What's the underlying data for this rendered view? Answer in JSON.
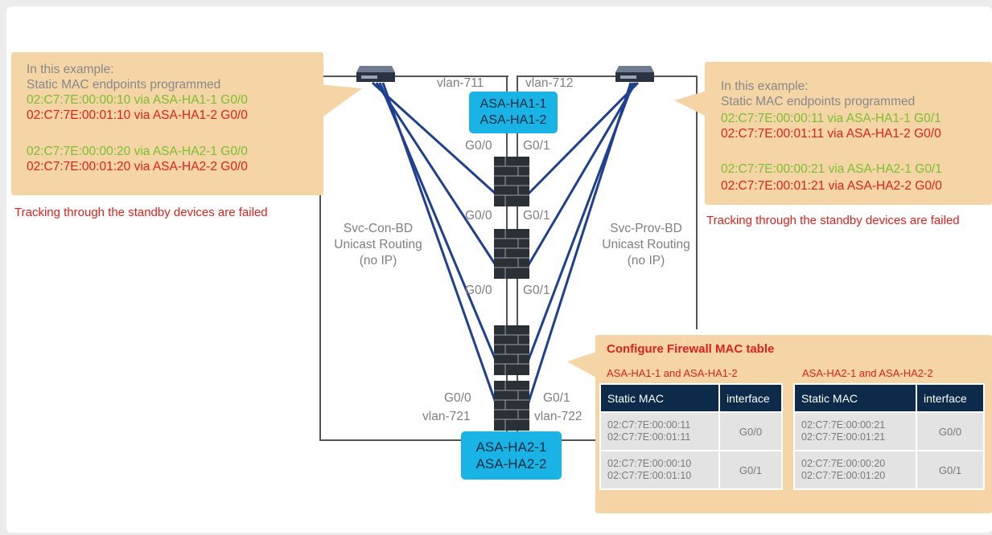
{
  "left_callout": {
    "line1": "In this example:",
    "line2": "Static MAC endpoints programmed",
    "line3": "02:C7:7E:00:00:10 via ASA-HA1-1 G0/0",
    "line4": "02:C7:7E:00:01:10 via ASA-HA1-2 G0/0",
    "line5": "02:C7:7E:00:00:20 via ASA-HA2-1 G0/0",
    "line6": "02:C7:7E:00:01:20 via ASA-HA2-2 G0/0",
    "tracking": "Tracking through the standby devices are failed"
  },
  "right_callout": {
    "line1": "In this example:",
    "line2": "Static MAC endpoints programmed",
    "line3": "02:C7:7E:00:00:11 via ASA-HA1-1 G0/1",
    "line4": "02:C7:7E:00:01:11 via ASA-HA1-2 G0/0",
    "line5": "02:C7:7E:00:00:21 via ASA-HA2-1 G0/1",
    "line6": "02:C7:7E:00:01:21 via ASA-HA2-2 G0/0",
    "tracking": "Tracking through the standby devices are failed"
  },
  "labels": {
    "vlan711": "vlan-711",
    "vlan712": "vlan-712",
    "vlan721": "vlan-721",
    "vlan722": "vlan-722",
    "g00": "G0/0",
    "g01": "G0/1",
    "svc_con": [
      "Svc-Con-BD",
      "Unicast Routing",
      "(no IP)"
    ],
    "svc_prov": [
      "Svc-Prov-BD",
      "Unicast Routing",
      "(no IP)"
    ]
  },
  "ha1": [
    "ASA-HA1-1",
    "ASA-HA1-2"
  ],
  "ha2": [
    "ASA-HA2-1",
    "ASA-HA2-2"
  ],
  "mac_table": {
    "title": "Configure Firewall MAC table",
    "left_title": "ASA-HA1-1 and ASA-HA1-2",
    "right_title": "ASA-HA2-1 and ASA-HA2-2",
    "col_mac": "Static MAC",
    "col_iface": "interface",
    "left_rows": [
      {
        "mac1": "02:C7:7E:00:00:11",
        "mac2": "02:C7:7E:00:01:11",
        "iface": "G0/0"
      },
      {
        "mac1": "02:C7:7E:00:00:10",
        "mac2": "02:C7:7E:00:01:10",
        "iface": "G0/1"
      }
    ],
    "right_rows": [
      {
        "mac1": "02:C7:7E:00:00:21",
        "mac2": "02:C7:7E:00:01:21",
        "iface": "G0/0"
      },
      {
        "mac1": "02:C7:7E:00:00:20",
        "mac2": "02:C7:7E:00:01:20",
        "iface": "G0/1"
      }
    ]
  },
  "colors": {
    "green": "#7bbf2e",
    "red": "#e0201b",
    "callout": "#f5d5a5",
    "ha_box": "#19b3e6",
    "link": "#1f3f8f",
    "table_header": "#0d2a4a"
  },
  "icons": [
    "switch-icon",
    "firewall-icon"
  ]
}
